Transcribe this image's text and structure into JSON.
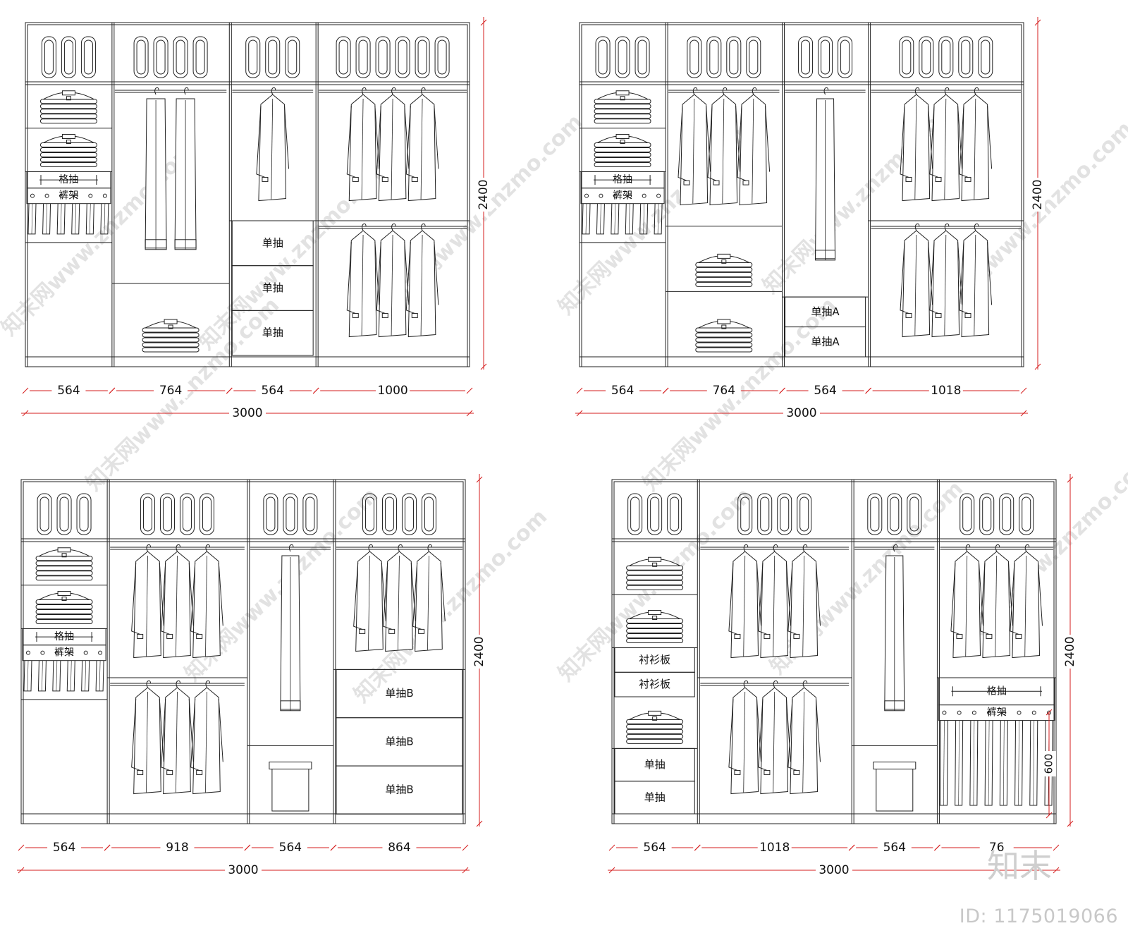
{
  "colors": {
    "line": "#222222",
    "dim": "#d61e1e",
    "text": "#111111",
    "watermark": "#e2e2e2"
  },
  "id_label": "ID: 1175019066",
  "brand_logo": "知末",
  "watermark_text": "知末网www.znzmo.com",
  "total_label": "3000",
  "height_label": "2400",
  "drawings": [
    {
      "widths": [
        "564",
        "764",
        "564",
        "1000"
      ],
      "bays": [
        {
          "top_handles": 3,
          "items": [
            {
              "kind": "shelf_stack",
              "size": 0.16
            },
            {
              "kind": "shelf_stack",
              "size": 0.16
            },
            {
              "kind": "drawer_grid",
              "size": 0.06,
              "label": "格抽"
            },
            {
              "kind": "pants_rack",
              "size": 0.2,
              "label": "裤架"
            }
          ]
        },
        {
          "top_handles": 4,
          "items": [
            {
              "kind": "long_hang",
              "size": 0.73,
              "count": 2
            },
            {
              "kind": "shelf_stack",
              "size": 0.27
            }
          ]
        },
        {
          "top_handles": 3,
          "items": [
            {
              "kind": "short_hang",
              "size": 0.5,
              "count": 1
            },
            {
              "kind": "drawer",
              "size": 0.165,
              "label": "单抽"
            },
            {
              "kind": "drawer",
              "size": 0.165,
              "label": "单抽"
            },
            {
              "kind": "drawer",
              "size": 0.165,
              "label": "单抽"
            }
          ]
        },
        {
          "top_handles": 6,
          "items": [
            {
              "kind": "short_hang",
              "size": 0.5,
              "count": 3
            },
            {
              "kind": "short_hang",
              "size": 0.5,
              "count": 3
            }
          ]
        }
      ]
    },
    {
      "widths": [
        "564",
        "764",
        "564",
        "1018"
      ],
      "bays": [
        {
          "top_handles": 3,
          "items": [
            {
              "kind": "shelf_stack",
              "size": 0.16
            },
            {
              "kind": "shelf_stack",
              "size": 0.16
            },
            {
              "kind": "drawer_grid",
              "size": 0.06,
              "label": "格抽"
            },
            {
              "kind": "pants_rack",
              "size": 0.2,
              "label": "裤架"
            }
          ]
        },
        {
          "top_handles": 4,
          "items": [
            {
              "kind": "short_hang",
              "size": 0.52,
              "count": 3
            },
            {
              "kind": "shelf_stack",
              "size": 0.24
            },
            {
              "kind": "shelf_stack",
              "size": 0.24
            }
          ]
        },
        {
          "top_handles": 3,
          "items": [
            {
              "kind": "long_hang",
              "size": 0.78,
              "count": 1
            },
            {
              "kind": "drawer",
              "size": 0.11,
              "label": "单抽A"
            },
            {
              "kind": "drawer",
              "size": 0.11,
              "label": "单抽A"
            }
          ]
        },
        {
          "top_handles": 5,
          "items": [
            {
              "kind": "short_hang",
              "size": 0.5,
              "count": 3
            },
            {
              "kind": "short_hang",
              "size": 0.5,
              "count": 3
            }
          ]
        }
      ]
    },
    {
      "widths": [
        "564",
        "918",
        "564",
        "864"
      ],
      "bays": [
        {
          "top_handles": 3,
          "items": [
            {
              "kind": "shelf_stack",
              "size": 0.16
            },
            {
              "kind": "shelf_stack",
              "size": 0.16
            },
            {
              "kind": "drawer_grid",
              "size": 0.06,
              "label": "格抽"
            },
            {
              "kind": "pants_rack",
              "size": 0.2,
              "label": "裤架"
            }
          ]
        },
        {
          "top_handles": 4,
          "items": [
            {
              "kind": "short_hang",
              "size": 0.5,
              "count": 3
            },
            {
              "kind": "short_hang",
              "size": 0.5,
              "count": 3
            }
          ]
        },
        {
          "top_handles": 3,
          "items": [
            {
              "kind": "long_hang",
              "size": 0.75,
              "count": 1
            },
            {
              "kind": "stool",
              "size": 0.25
            }
          ]
        },
        {
          "top_handles": 4,
          "items": [
            {
              "kind": "short_hang",
              "size": 0.47,
              "count": 3
            },
            {
              "kind": "drawer",
              "size": 0.177,
              "label": "单抽B"
            },
            {
              "kind": "drawer",
              "size": 0.177,
              "label": "单抽B"
            },
            {
              "kind": "drawer",
              "size": 0.177,
              "label": "单抽B"
            }
          ]
        }
      ]
    },
    {
      "widths": [
        "564",
        "1018",
        "564",
        "76"
      ],
      "side_label": "600",
      "bays": [
        {
          "top_handles": 3,
          "items": [
            {
              "kind": "shelf_stack",
              "size": 0.195
            },
            {
              "kind": "shelf_stack",
              "size": 0.195
            },
            {
              "kind": "drawer",
              "size": 0.09,
              "label": "衬衫板"
            },
            {
              "kind": "drawer",
              "size": 0.09,
              "label": "衬衫板"
            },
            {
              "kind": "shelf_stack",
              "size": 0.19
            },
            {
              "kind": "drawer",
              "size": 0.12,
              "label": "单抽"
            },
            {
              "kind": "drawer",
              "size": 0.12,
              "label": "单抽"
            }
          ]
        },
        {
          "top_handles": 4,
          "items": [
            {
              "kind": "short_hang",
              "size": 0.5,
              "count": 3
            },
            {
              "kind": "short_hang",
              "size": 0.5,
              "count": 3
            }
          ]
        },
        {
          "top_handles": 3,
          "items": [
            {
              "kind": "long_hang",
              "size": 0.75,
              "count": 1
            },
            {
              "kind": "stool",
              "size": 0.25
            }
          ]
        },
        {
          "top_handles": 4,
          "items": [
            {
              "kind": "short_hang",
              "size": 0.5,
              "count": 3
            },
            {
              "kind": "drawer_grid",
              "size": 0.1,
              "label": "格抽"
            },
            {
              "kind": "pants_rack",
              "size": 0.4,
              "label": "裤架"
            }
          ]
        }
      ]
    }
  ]
}
